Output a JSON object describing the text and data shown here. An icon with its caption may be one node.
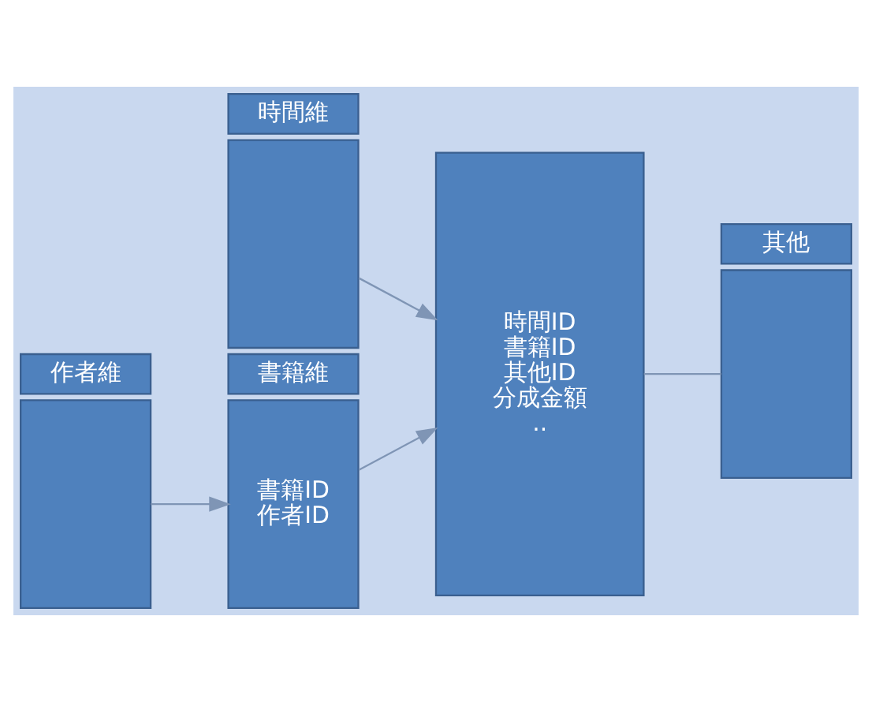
{
  "diagram": {
    "nodes": [
      {
        "text": [
          "時間維"
        ]
      },
      {
        "text": [],
        "shape": "box"
      },
      {
        "text": [
          "作者維"
        ]
      },
      {
        "text": [],
        "shape": "box"
      },
      {
        "text": [
          "書籍維"
        ]
      },
      {
        "text": [
          "書籍ID",
          "作者ID"
        ]
      },
      {
        "text": [
          "時間ID",
          "書籍ID",
          "其他ID",
          "分成金額",
          ".."
        ]
      },
      {
        "text": [
          "其他"
        ]
      },
      {
        "text": [],
        "shape": "box"
      }
    ],
    "edges": [
      {
        "from": 1,
        "to": 6,
        "arrow": "to"
      },
      {
        "from": 3,
        "to": 5,
        "arrow": "to"
      },
      {
        "from": 5,
        "to": 6,
        "arrow": "to"
      },
      {
        "from": 6,
        "to": 8,
        "arrow": "none"
      }
    ]
  }
}
